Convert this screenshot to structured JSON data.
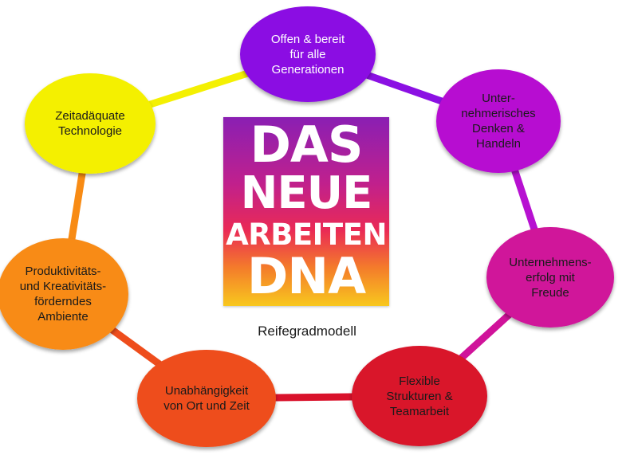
{
  "logo": {
    "line1": "DAS",
    "line2": "NEUE",
    "line3": "ARBEITEN",
    "line4": "DNA"
  },
  "subtitle": "Reifegradmodell",
  "nodes": [
    {
      "label": "Offen & bereit\nfür alle\nGenerationen",
      "color": "#8b10e3"
    },
    {
      "label": "Unter-\nnehmerisches\nDenken &\nHandeln",
      "color": "#b711d1"
    },
    {
      "label": "Unternehmens-\nerfolg mit\nFreude",
      "color": "#d0139a"
    },
    {
      "label": "Flexible\nStrukturen &\nTeamarbeit",
      "color": "#d9122b"
    },
    {
      "label": "Unabhängigkeit\nvon Ort und Zeit",
      "color": "#ee4d1c"
    },
    {
      "label": "Produktivitäts-\nund Kreativitäts-\nförderndes\nAmbiente",
      "color": "#f88b14"
    },
    {
      "label": "Zeitadäquate\nTechnologie",
      "color": "#f4f002"
    }
  ]
}
